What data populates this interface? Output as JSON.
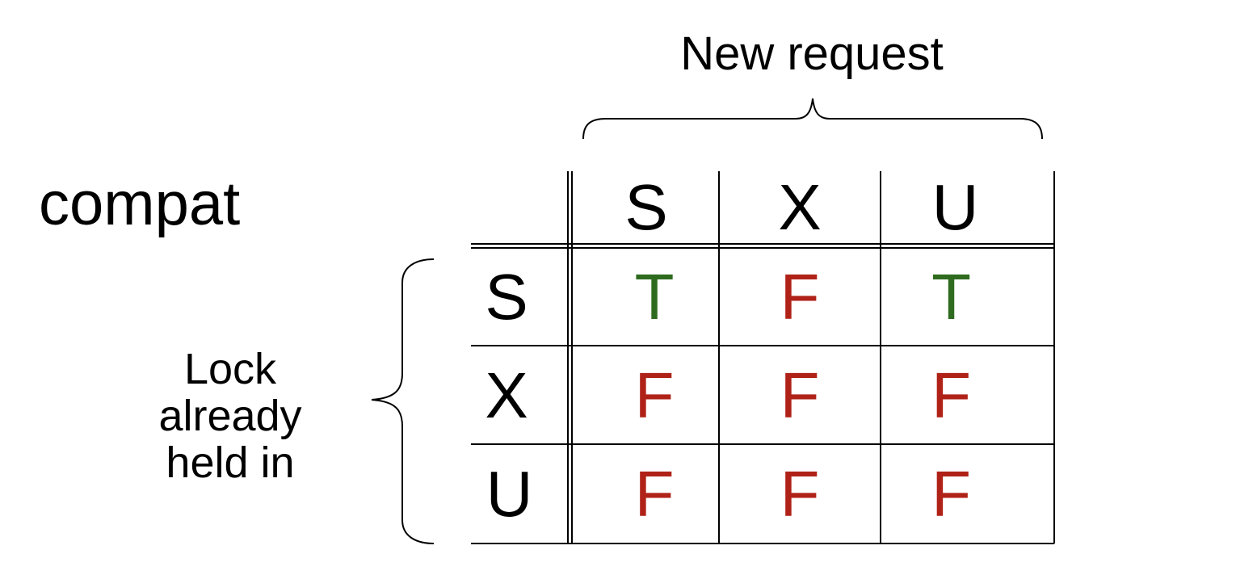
{
  "title": "compat",
  "column_caption": "New request",
  "row_caption": [
    "Lock",
    "already",
    "held in"
  ],
  "columns": [
    "S",
    "X",
    "U"
  ],
  "rows": [
    {
      "mode": "S",
      "values": [
        "T",
        "F",
        "T"
      ]
    },
    {
      "mode": "X",
      "values": [
        "F",
        "F",
        "F"
      ]
    },
    {
      "mode": "U",
      "values": [
        "F",
        "F",
        "F"
      ]
    }
  ],
  "colors": {
    "T": "#2e6b1f",
    "F": "#b02218",
    "text": "#000000"
  }
}
